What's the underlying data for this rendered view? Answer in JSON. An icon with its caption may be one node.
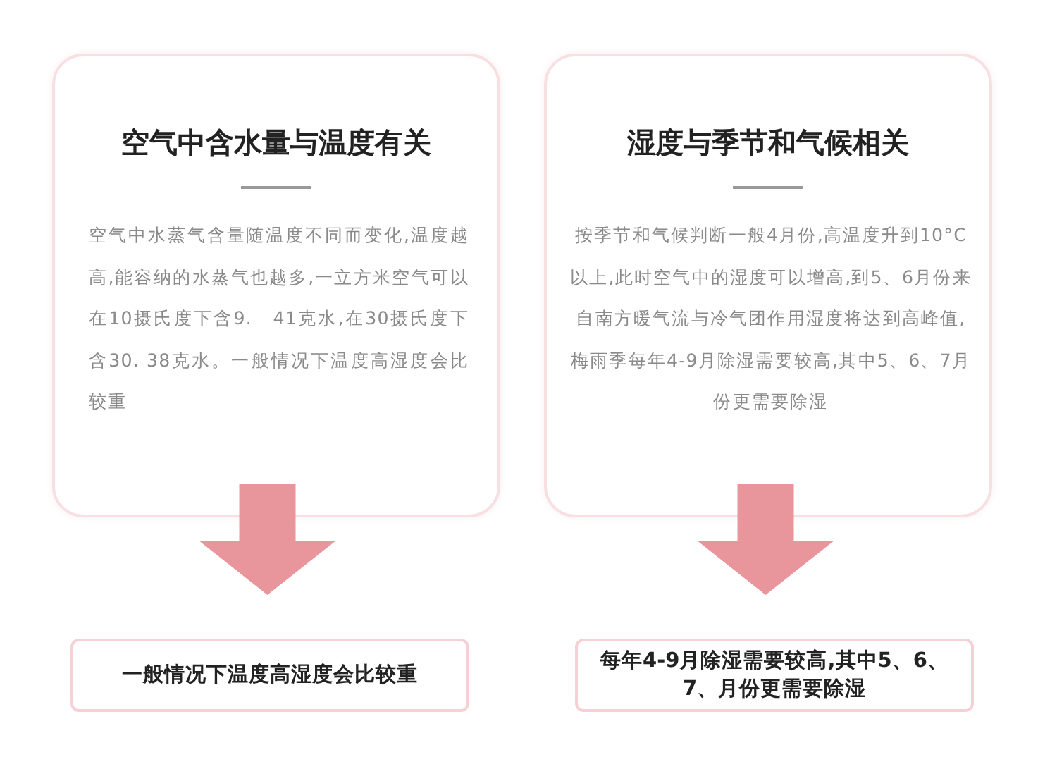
{
  "diagram": {
    "nodes": [
      {
        "text": [
          "空气中含水量与温度有关",
          "空气中水蒸气含量随温度不同而变化,温度越高,能容纳的水蒸气也越多,一立方米空气可以在10摄氏度下含9.　41克水,在30摄氏度下含30. 38克水。一般情况下温度高湿度会比较重"
        ]
      },
      {
        "text": [
          "湿度与季节和气候相关",
          "按季节和气候判断一般4月份,高温度升到10°C以上,此时空气中的湿度可以增高,到5、6月份来自南方暖气流与冷气团作用湿度将达到高峰值,梅雨季每年4-9月除湿需要较高,其中5、6、7月份更需要除湿"
        ]
      },
      {
        "text": [
          "一般情况下温度高湿度会比较重"
        ]
      },
      {
        "text": [
          "每年4-9月除湿需要较高,其中5、6、7、月份更需要除湿"
        ]
      }
    ],
    "edges": [
      {
        "from": 0,
        "to": 2,
        "arrow": "to",
        "style": "thick"
      },
      {
        "from": 1,
        "to": 3,
        "arrow": "to",
        "style": "thick"
      }
    ]
  }
}
